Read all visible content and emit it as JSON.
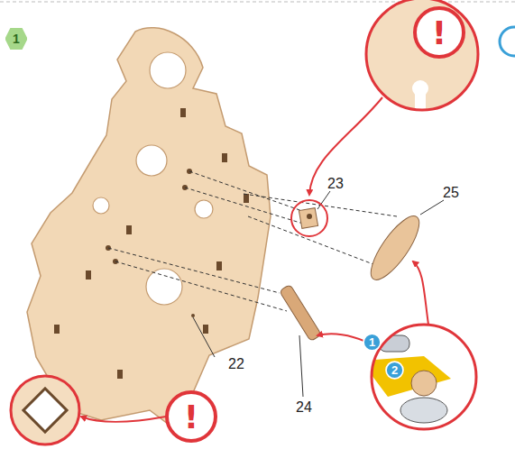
{
  "diagram": {
    "nodes": [
      {
        "text": [
          "1"
        ]
      },
      {
        "text": [
          "1"
        ]
      },
      {
        "text": [
          "2"
        ]
      }
    ],
    "labels": [
      "23",
      "25",
      "22",
      "24",
      "!",
      "!"
    ]
  }
}
